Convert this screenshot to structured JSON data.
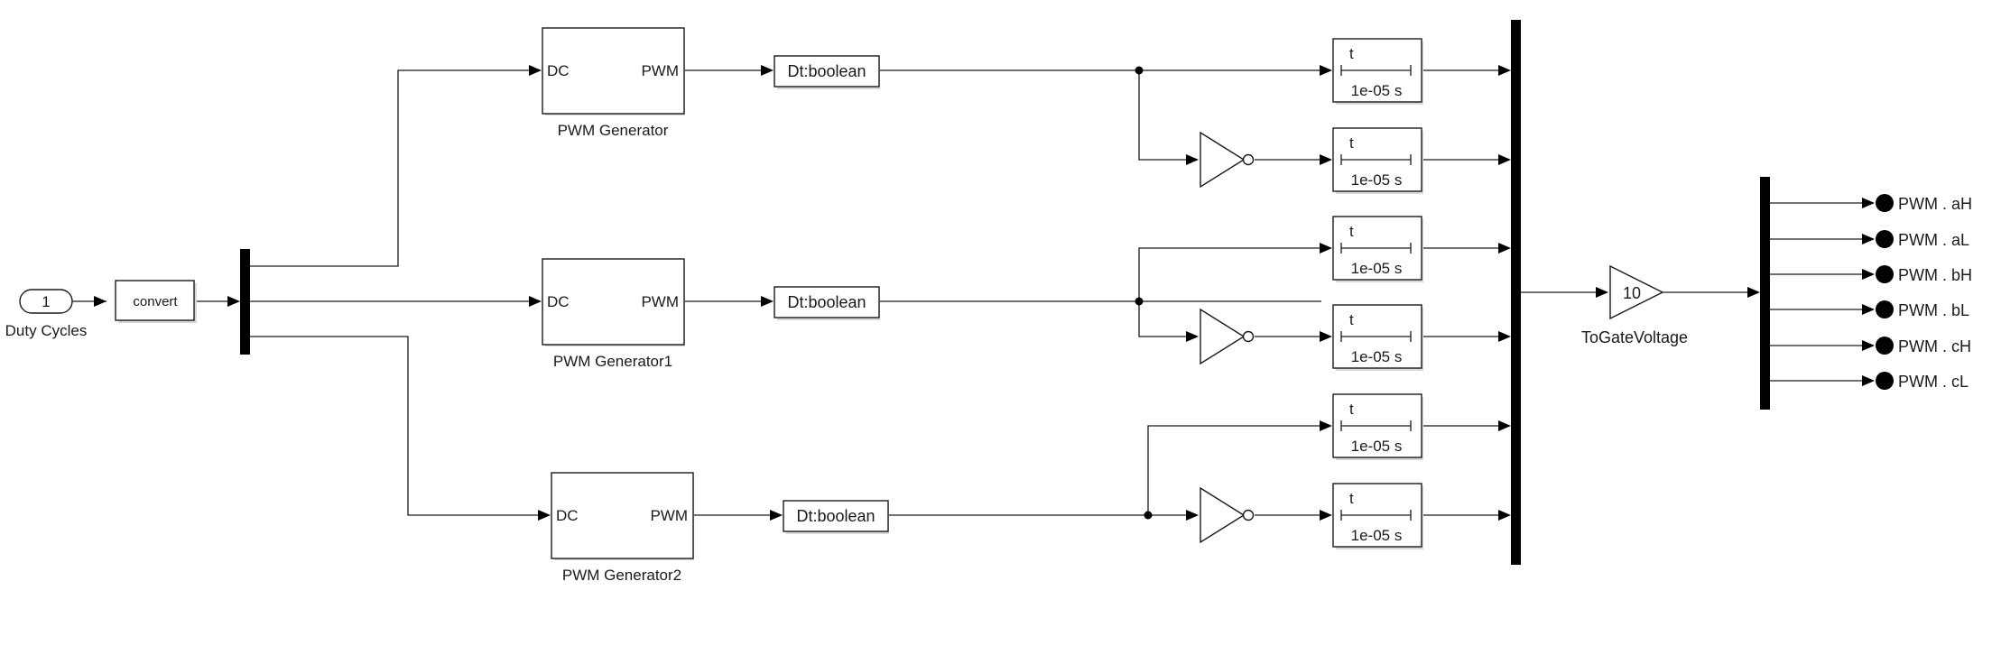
{
  "inport": {
    "number": "1",
    "label": "Duty Cycles"
  },
  "convert": {
    "label": "convert"
  },
  "pwm_generators": [
    {
      "name": "PWM Generator",
      "in_port": "DC",
      "out_port": "PWM"
    },
    {
      "name": "PWM Generator1",
      "in_port": "DC",
      "out_port": "PWM"
    },
    {
      "name": "PWM Generator2",
      "in_port": "DC",
      "out_port": "PWM"
    }
  ],
  "dtc_blocks": [
    {
      "label": "Dt:boolean"
    },
    {
      "label": "Dt:boolean"
    },
    {
      "label": "Dt:boolean"
    }
  ],
  "delay_blocks": [
    {
      "top": "t",
      "bottom": "1e-05 s"
    },
    {
      "top": "t",
      "bottom": "1e-05 s"
    },
    {
      "top": "t",
      "bottom": "1e-05 s"
    },
    {
      "top": "t",
      "bottom": "1e-05 s"
    },
    {
      "top": "t",
      "bottom": "1e-05 s"
    },
    {
      "top": "t",
      "bottom": "1e-05 s"
    }
  ],
  "gain": {
    "value": "10",
    "label": "ToGateVoltage"
  },
  "outputs": [
    {
      "label": "PWM . aH"
    },
    {
      "label": "PWM . aL"
    },
    {
      "label": "PWM . bH"
    },
    {
      "label": "PWM . bL"
    },
    {
      "label": "PWM . cH"
    },
    {
      "label": "PWM . cL"
    }
  ]
}
